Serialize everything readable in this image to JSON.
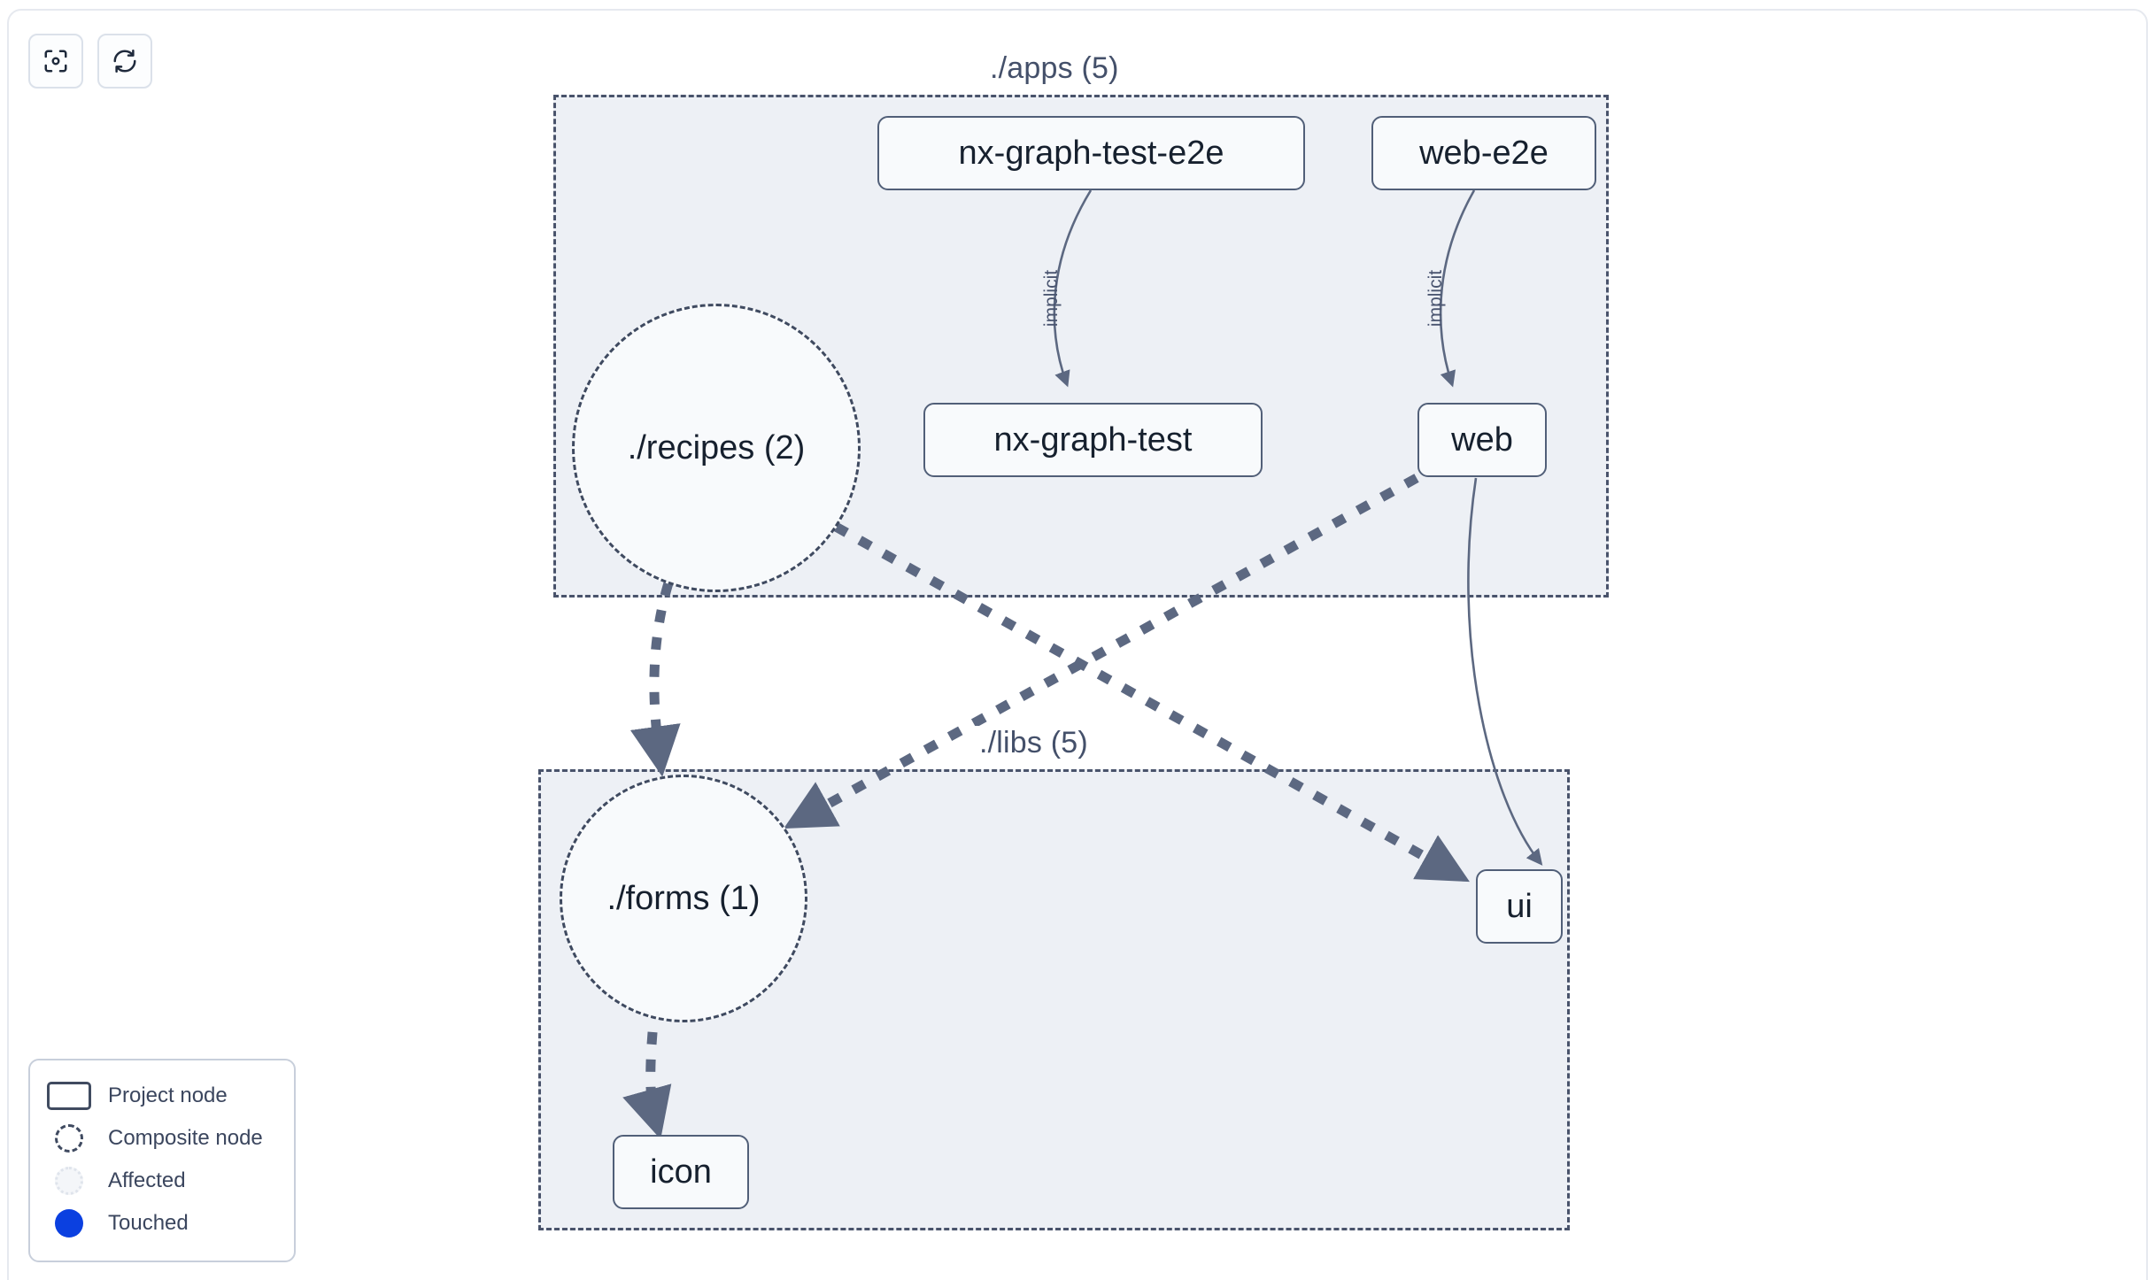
{
  "toolbar": {
    "buttons": [
      {
        "name": "focus-graph-button",
        "icon": "focus-target-icon",
        "label": "Focus graph"
      },
      {
        "name": "refresh-graph-button",
        "icon": "refresh-icon",
        "label": "Refresh graph"
      }
    ]
  },
  "graph": {
    "groups": [
      {
        "id": "apps",
        "label": "./apps (5)"
      },
      {
        "id": "libs",
        "label": "./libs (5)"
      }
    ],
    "project_nodes": [
      {
        "id": "nx-graph-test-e2e",
        "label": "nx-graph-test-e2e"
      },
      {
        "id": "web-e2e",
        "label": "web-e2e"
      },
      {
        "id": "nx-graph-test",
        "label": "nx-graph-test"
      },
      {
        "id": "web",
        "label": "web"
      },
      {
        "id": "ui",
        "label": "ui"
      },
      {
        "id": "icon",
        "label": "icon"
      }
    ],
    "composite_nodes": [
      {
        "id": "recipes",
        "label": "./recipes (2)"
      },
      {
        "id": "forms",
        "label": "./forms (1)"
      }
    ],
    "edges": [
      {
        "from": "nx-graph-test-e2e",
        "to": "nx-graph-test",
        "label": "implicit",
        "style": "solid"
      },
      {
        "from": "web-e2e",
        "to": "web",
        "label": "implicit",
        "style": "solid"
      },
      {
        "from": "web",
        "to": "ui",
        "label": "",
        "style": "solid"
      },
      {
        "from": "recipes",
        "to": "forms",
        "label": "",
        "style": "dashed"
      },
      {
        "from": "recipes",
        "to": "ui",
        "label": "",
        "style": "dashed"
      },
      {
        "from": "web",
        "to": "forms",
        "label": "",
        "style": "dashed"
      },
      {
        "from": "forms",
        "to": "icon",
        "label": "",
        "style": "dashed"
      }
    ]
  },
  "legend": {
    "items": [
      {
        "id": "project-node",
        "label": "Project node",
        "swatch": "rectangle-outline"
      },
      {
        "id": "composite-node",
        "label": "Composite node",
        "swatch": "dashed-circle"
      },
      {
        "id": "affected",
        "label": "Affected",
        "swatch": "dotted-circle"
      },
      {
        "id": "touched",
        "label": "Touched",
        "swatch": "filled-circle"
      }
    ]
  },
  "colors": {
    "canvas": "#ffffff",
    "group_fill": "#edf0f5",
    "group_border": "#49536b",
    "node_fill": "#f8fafc",
    "node_border": "#515f78",
    "edge": "#5c6881",
    "text": "#16202e",
    "touched": "#0b40e0"
  }
}
